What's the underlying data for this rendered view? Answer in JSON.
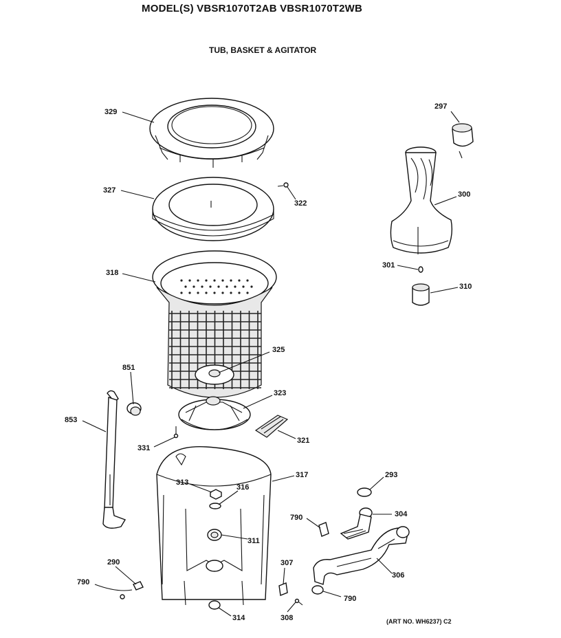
{
  "header": {
    "model": "MODEL(S) VBSR1070T2AB  VBSR1070T2WB",
    "section": "TUB, BASKET & AGITATOR"
  },
  "footer": {
    "art_no": "(ART NO. WH6237) C2"
  },
  "parts": [
    {
      "id": "p329",
      "number": "329",
      "name": "tub-cover-ring"
    },
    {
      "id": "p327",
      "number": "327",
      "name": "balance-ring"
    },
    {
      "id": "p322",
      "number": "322",
      "name": "screw"
    },
    {
      "id": "p318",
      "number": "318",
      "name": "basket"
    },
    {
      "id": "p325",
      "number": "325",
      "name": "basket-nut"
    },
    {
      "id": "p323",
      "number": "323",
      "name": "hub"
    },
    {
      "id": "p321",
      "number": "321",
      "name": "clip"
    },
    {
      "id": "p331",
      "number": "331",
      "name": "screw"
    },
    {
      "id": "p851",
      "number": "851",
      "name": "clamp"
    },
    {
      "id": "p853",
      "number": "853",
      "name": "hose"
    },
    {
      "id": "p317",
      "number": "317",
      "name": "outer-tub"
    },
    {
      "id": "p313",
      "number": "313",
      "name": "nut"
    },
    {
      "id": "p316",
      "number": "316",
      "name": "washer"
    },
    {
      "id": "p311",
      "number": "311",
      "name": "seal"
    },
    {
      "id": "p314",
      "number": "314",
      "name": "gasket"
    },
    {
      "id": "p290",
      "number": "290",
      "name": "plug"
    },
    {
      "id": "p790a",
      "number": "790",
      "name": "wire"
    },
    {
      "id": "p307",
      "number": "307",
      "name": "bracket"
    },
    {
      "id": "p308",
      "number": "308",
      "name": "screw"
    },
    {
      "id": "p790b",
      "number": "790",
      "name": "clamp"
    },
    {
      "id": "p790c",
      "number": "790",
      "name": "clamp"
    },
    {
      "id": "p293",
      "number": "293",
      "name": "clamp"
    },
    {
      "id": "p304",
      "number": "304",
      "name": "hose"
    },
    {
      "id": "p306",
      "number": "306",
      "name": "drain-hose"
    },
    {
      "id": "p297",
      "number": "297",
      "name": "agitator-cap"
    },
    {
      "id": "p300",
      "number": "300",
      "name": "agitator"
    },
    {
      "id": "p301",
      "number": "301",
      "name": "bolt"
    },
    {
      "id": "p310",
      "number": "310",
      "name": "coupling"
    }
  ]
}
